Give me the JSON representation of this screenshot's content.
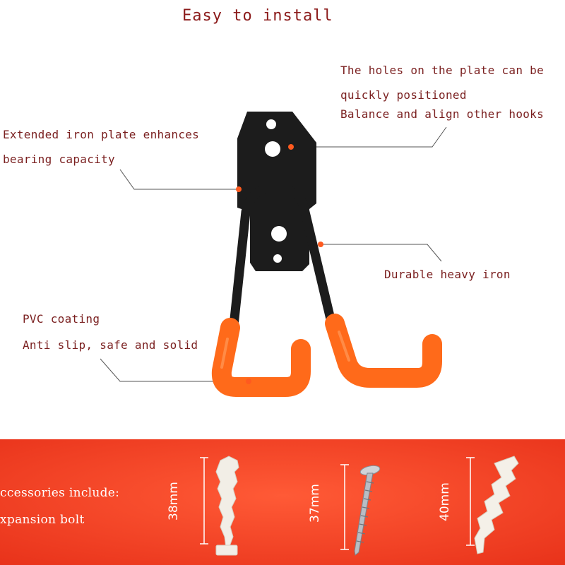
{
  "title": "Easy to install",
  "callouts": {
    "plate_holes": {
      "line1": "The holes on the plate can be",
      "line2": "quickly positioned",
      "line3": "Balance and align other hooks"
    },
    "iron_plate": {
      "line1": "Extended iron plate enhances",
      "line2": "bearing capacity"
    },
    "heavy_iron": {
      "line1": "Durable heavy iron"
    },
    "pvc": {
      "line1": "PVC coating",
      "line2": "Anti slip, safe and solid"
    }
  },
  "accessories": {
    "line1": "ccessories include:",
    "line2": "xpansion bolt",
    "sizes": [
      "38mm",
      "37mm",
      "40mm"
    ]
  },
  "colors": {
    "title": "#8b1a1a",
    "callout_text": "#7a1f1f",
    "accent": "#ff5a1f",
    "hook_coating": "#ff6a1a",
    "band": "#f23a1c",
    "iron": "#1c1c1c",
    "leader": "#555555"
  }
}
